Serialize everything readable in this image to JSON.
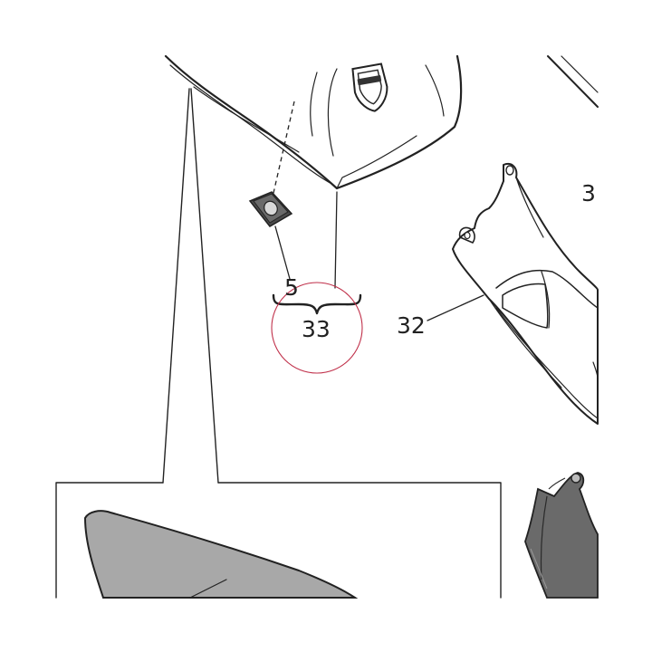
{
  "diagram": {
    "callouts": {
      "part_5": "5",
      "part_33": "33",
      "part_32": "32",
      "part_3": "3"
    },
    "colors": {
      "line": "#222222",
      "part_fill_light": "#ffffff",
      "part_fill_dark": "#5a5a5a",
      "detail_fill": "#a8a8a8",
      "highlight_circle": "#c0304a"
    },
    "icons": {
      "logo": "ducati-shield-logo"
    }
  }
}
